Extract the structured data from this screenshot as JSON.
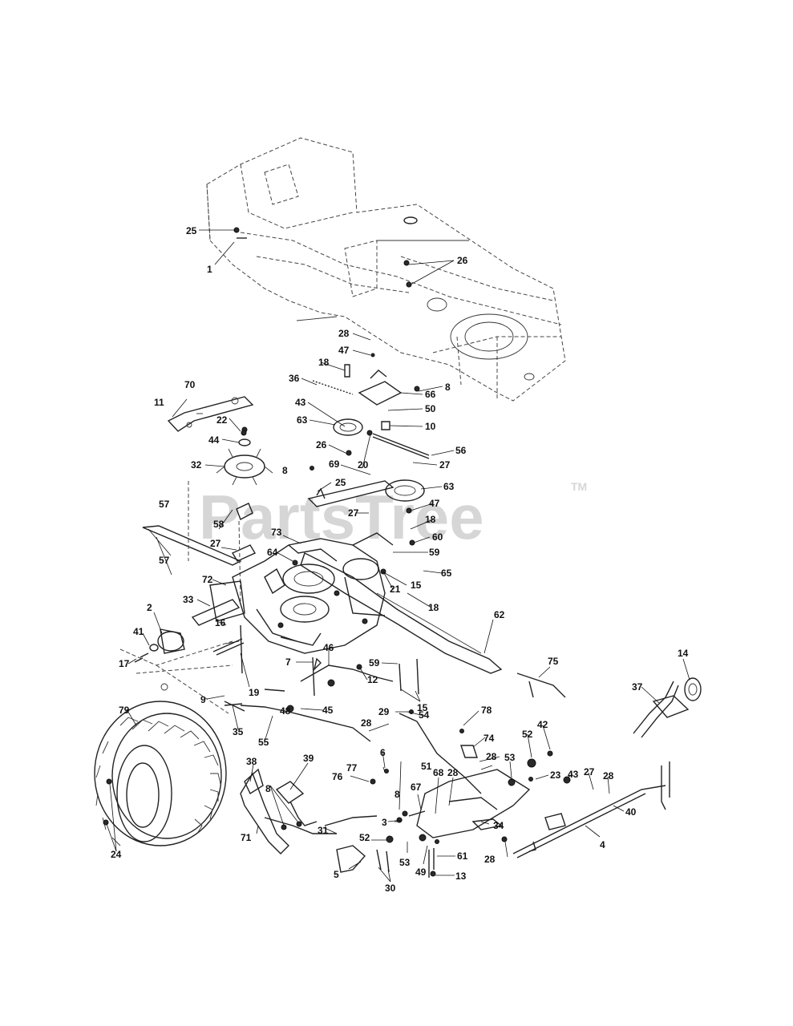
{
  "watermark": {
    "text": "PartsTree",
    "mark": "TM"
  },
  "callouts": [
    "1",
    "2",
    "3",
    "4",
    "5",
    "6",
    "7",
    "8",
    "9",
    "10",
    "11",
    "12",
    "13",
    "14",
    "15",
    "16",
    "17",
    "18",
    "19",
    "20",
    "21",
    "22",
    "23",
    "24",
    "25",
    "26",
    "27",
    "28",
    "29",
    "30",
    "31",
    "32",
    "33",
    "34",
    "35",
    "36",
    "37",
    "38",
    "39",
    "40",
    "41",
    "42",
    "43",
    "44",
    "45",
    "46",
    "47",
    "48",
    "49",
    "50",
    "51",
    "52",
    "53",
    "54",
    "55",
    "56",
    "57",
    "58",
    "59",
    "60",
    "61",
    "62",
    "63",
    "64",
    "65",
    "66",
    "67",
    "68",
    "69",
    "70",
    "71",
    "72",
    "73",
    "74",
    "75",
    "76",
    "77",
    "78",
    "79"
  ]
}
